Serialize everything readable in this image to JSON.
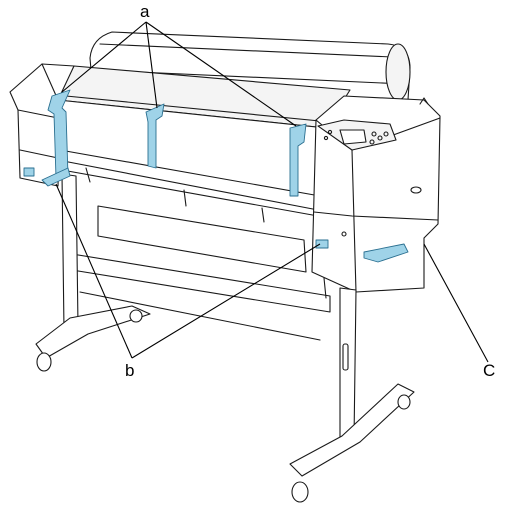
{
  "diagram": {
    "labels": {
      "a": "a",
      "b": "b",
      "c": "C"
    },
    "colors": {
      "tape": "#9fd3e8",
      "outline": "#1a1a1a",
      "background": "#ffffff"
    }
  }
}
